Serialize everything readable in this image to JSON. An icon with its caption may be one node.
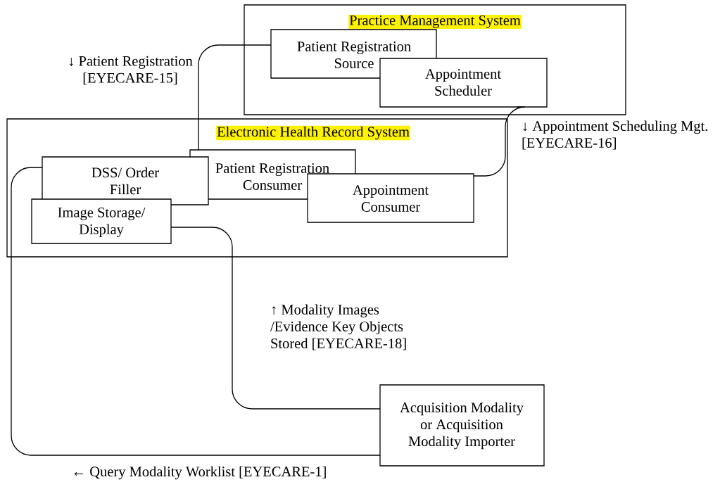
{
  "diagram": {
    "nodes": [
      {
        "text": [
          "Practice Management System"
        ]
      },
      {
        "text": [
          "Patient Registration Source"
        ],
        "in": 0
      },
      {
        "text": [
          "Appointment Scheduler"
        ],
        "in": 0
      },
      {
        "text": [
          "Electronic Health Record System"
        ]
      },
      {
        "text": [
          "DSS/ Order Filler"
        ],
        "in": 3
      },
      {
        "text": [
          "Patient Registration Consumer"
        ],
        "in": 3
      },
      {
        "text": [
          "Appointment Consumer"
        ],
        "in": 3
      },
      {
        "text": [
          "Image Storage/ Display"
        ],
        "in": 3
      },
      {
        "text": [
          "Acquisition Modality or Acquisition Modality Importer"
        ]
      }
    ],
    "edges": [
      {
        "from": 1,
        "to": 5,
        "arrow": "none",
        "label": "↓ Patient Registration [EYECARE-15]"
      },
      {
        "from": 2,
        "to": 6,
        "arrow": "none",
        "label": "↓ Appointment Scheduling Mgt. [EYECARE-16]"
      },
      {
        "from": 7,
        "to": 8,
        "arrow": "none",
        "label": "↑ Modality Images /Evidence Key Objects Stored [EYECARE-18]"
      },
      {
        "from": 8,
        "to": 4,
        "arrow": "none",
        "label": "← Query Modality Worklist [EYECARE-1]"
      }
    ]
  }
}
